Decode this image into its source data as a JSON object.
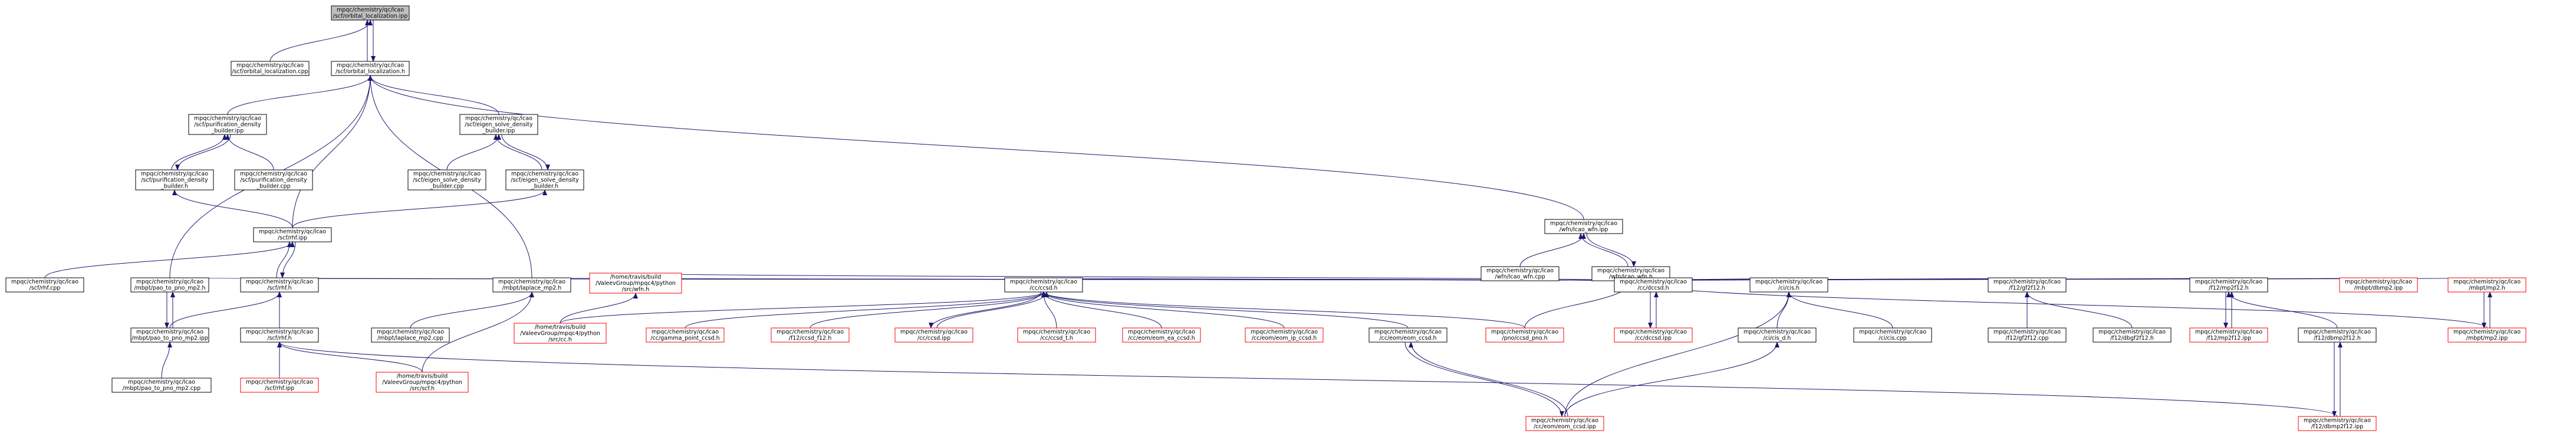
{
  "graph": {
    "nodes": [
      {
        "id": "root",
        "lines": [
          "mpqc/chemistry/qc/lcao",
          "/scf/orbital_localization.ipp"
        ],
        "outline": "gray"
      },
      {
        "id": "olcpp",
        "lines": [
          "mpqc/chemistry/qc/lcao",
          "/scf/orbital_localization.cpp"
        ],
        "outline": "black"
      },
      {
        "id": "olh",
        "lines": [
          "mpqc/chemistry/qc/lcao",
          "/scf/orbital_localization.h"
        ],
        "outline": "black"
      },
      {
        "id": "pdbipp",
        "lines": [
          "mpqc/chemistry/qc/lcao",
          "/scf/purification_density",
          "_builder.ipp"
        ],
        "outline": "black"
      },
      {
        "id": "esdbipp",
        "lines": [
          "mpqc/chemistry/qc/lcao",
          "/scf/eigen_solve_density",
          "_builder.ipp"
        ],
        "outline": "black"
      },
      {
        "id": "pdbh",
        "lines": [
          "mpqc/chemistry/qc/lcao",
          "/scf/purification_density",
          "_builder.h"
        ],
        "outline": "black"
      },
      {
        "id": "pdbcpp",
        "lines": [
          "mpqc/chemistry/qc/lcao",
          "/scf/purification_density",
          "_builder.cpp"
        ],
        "outline": "black"
      },
      {
        "id": "esdbcpp",
        "lines": [
          "mpqc/chemistry/qc/lcao",
          "/scf/eigen_solve_density",
          "_builder.cpp"
        ],
        "outline": "black"
      },
      {
        "id": "esdbh",
        "lines": [
          "mpqc/chemistry/qc/lcao",
          "/scf/eigen_solve_density",
          "_builder.h"
        ],
        "outline": "black"
      },
      {
        "id": "wfnipp",
        "lines": [
          "mpqc/chemistry/qc/lcao",
          "/wfn/lcao_wfn.ipp"
        ],
        "outline": "black"
      },
      {
        "id": "wfncpp",
        "lines": [
          "mpqc/chemistry/qc/lcao",
          "/wfn/lcao_wfn.cpp"
        ],
        "outline": "black"
      },
      {
        "id": "wfnh",
        "lines": [
          "mpqc/chemistry/qc/lcao",
          "/wfn/lcao_wfn.h"
        ],
        "outline": "black"
      },
      {
        "id": "scfipp",
        "lines": [
          "mpqc/chemistry/qc/lcao",
          "/scf/rhf.ipp"
        ],
        "outline": "black"
      },
      {
        "id": "scfcpp",
        "lines": [
          "mpqc/chemistry/qc/lcao",
          "/scf/rhf.cpp"
        ],
        "outline": "black"
      },
      {
        "id": "paomp2h",
        "lines": [
          "mpqc/chemistry/qc/lcao",
          "/mbpt/pao_to_pno_mp2.h"
        ],
        "outline": "black"
      },
      {
        "id": "scfh",
        "lines": [
          "mpqc/chemistry/qc/lcao",
          "/scf/rhf.h"
        ],
        "outline": "black"
      },
      {
        "id": "lmp2h",
        "lines": [
          "mpqc/chemistry/qc/lcao",
          "/mbpt/laplace_mp2.h"
        ],
        "outline": "black"
      },
      {
        "id": "wfnhpy",
        "lines": [
          "/home/travis/build",
          "/ValeevGroup/mpqc4/python",
          "/src/wfn.h"
        ],
        "outline": "red"
      },
      {
        "id": "ccsdh",
        "lines": [
          "mpqc/chemistry/qc/lcao",
          "/cc/ccsd.h"
        ],
        "outline": "black"
      },
      {
        "id": "dccsdh",
        "lines": [
          "mpqc/chemistry/qc/lcao",
          "/cc/dccsd.h"
        ],
        "outline": "black"
      },
      {
        "id": "cish",
        "lines": [
          "mpqc/chemistry/qc/lcao",
          "/ci/cis.h"
        ],
        "outline": "black"
      },
      {
        "id": "gf2f12h",
        "lines": [
          "mpqc/chemistry/qc/lcao",
          "/f12/gf2f12.h"
        ],
        "outline": "black"
      },
      {
        "id": "mp2f12h",
        "lines": [
          "mpqc/chemistry/qc/lcao",
          "/f12/mp2f12.h"
        ],
        "outline": "black"
      },
      {
        "id": "dbmp2ipp",
        "lines": [
          "mpqc/chemistry/qc/lcao",
          "/mbpt/dbmp2.ipp"
        ],
        "outline": "red"
      },
      {
        "id": "mp2h",
        "lines": [
          "mpqc/chemistry/qc/lcao",
          "/mbpt/mp2.h"
        ],
        "outline": "red"
      },
      {
        "id": "paomp2ipp",
        "lines": [
          "mpqc/chemistry/qc/lcao",
          "/mbpt/pao_to_pno_mp2.ipp"
        ],
        "outline": "black"
      },
      {
        "id": "rhfh",
        "lines": [
          "mpqc/chemistry/qc/lcao",
          "/scf/rhf.h"
        ],
        "outline": "black"
      },
      {
        "id": "lmp2cpp",
        "lines": [
          "mpqc/chemistry/qc/lcao",
          "/mbpt/laplace_mp2.cpp"
        ],
        "outline": "black"
      },
      {
        "id": "pycch",
        "lines": [
          "/home/travis/build",
          "/ValeevGroup/mpqc4/python",
          "/src/cc.h"
        ],
        "outline": "red"
      },
      {
        "id": "gammaccsd",
        "lines": [
          "mpqc/chemistry/qc/lcao",
          "/cc/gamma_point_ccsd.h"
        ],
        "outline": "red"
      },
      {
        "id": "ccsdf12",
        "lines": [
          "mpqc/chemistry/qc/lcao",
          "/f12/ccsd_f12.h"
        ],
        "outline": "red"
      },
      {
        "id": "ccsdipp",
        "lines": [
          "mpqc/chemistry/qc/lcao",
          "/cc/ccsd.ipp"
        ],
        "outline": "red"
      },
      {
        "id": "ccsdt",
        "lines": [
          "mpqc/chemistry/qc/lcao",
          "/cc/ccsd_t.h"
        ],
        "outline": "red"
      },
      {
        "id": "eomea",
        "lines": [
          "mpqc/chemistry/qc/lcao",
          "/cc/eom/eom_ea_ccsd.h"
        ],
        "outline": "red"
      },
      {
        "id": "eomip",
        "lines": [
          "mpqc/chemistry/qc/lcao",
          "/cc/eom/eom_ip_ccsd.h"
        ],
        "outline": "red"
      },
      {
        "id": "eomccsdh",
        "lines": [
          "mpqc/chemistry/qc/lcao",
          "/cc/eom/eom_ccsd.h"
        ],
        "outline": "black"
      },
      {
        "id": "pnoccsd",
        "lines": [
          "mpqc/chemistry/qc/lcao",
          "/pno/ccsd_pno.h"
        ],
        "outline": "red"
      },
      {
        "id": "dccsdipp",
        "lines": [
          "mpqc/chemistry/qc/lcao",
          "/cc/dccsd.ipp"
        ],
        "outline": "red"
      },
      {
        "id": "cisdh",
        "lines": [
          "mpqc/chemistry/qc/lcao",
          "/ci/cis_d.h"
        ],
        "outline": "black"
      },
      {
        "id": "ciscpp",
        "lines": [
          "mpqc/chemistry/qc/lcao",
          "/ci/cis.cpp"
        ],
        "outline": "black"
      },
      {
        "id": "gf2f12cpp",
        "lines": [
          "mpqc/chemistry/qc/lcao",
          "/f12/gf2f12.cpp"
        ],
        "outline": "black"
      },
      {
        "id": "dbgf2f12h",
        "lines": [
          "mpqc/chemistry/qc/lcao",
          "/f12/dbgf2f12.h"
        ],
        "outline": "black"
      },
      {
        "id": "mp2f12ipp",
        "lines": [
          "mpqc/chemistry/qc/lcao",
          "/f12/mp2f12.ipp"
        ],
        "outline": "red"
      },
      {
        "id": "dbmp2f12h",
        "lines": [
          "mpqc/chemistry/qc/lcao",
          "/f12/dbmp2f12.h"
        ],
        "outline": "black"
      },
      {
        "id": "mp2ipp",
        "lines": [
          "mpqc/chemistry/qc/lcao",
          "/mbpt/mp2.ipp"
        ],
        "outline": "red"
      },
      {
        "id": "paomp2cpp",
        "lines": [
          "mpqc/chemistry/qc/lcao",
          "/mbpt/pao_to_pno_mp2.cpp"
        ],
        "outline": "black"
      },
      {
        "id": "rhfipp",
        "lines": [
          "mpqc/chemistry/qc/lcao",
          "/scf/rhf.ipp"
        ],
        "outline": "red"
      },
      {
        "id": "pyscfh",
        "lines": [
          "/home/travis/build",
          "/ValeevGroup/mpqc4/python",
          "/src/scf.h"
        ],
        "outline": "red"
      },
      {
        "id": "eomccsdipp",
        "lines": [
          "mpqc/chemistry/qc/lcao",
          "/cc/eom/eom_ccsd.ipp"
        ],
        "outline": "red"
      },
      {
        "id": "dbmp2f12ipp",
        "lines": [
          "mpqc/chemistry/qc/lcao",
          "/f12/dbmp2f12.ipp"
        ],
        "outline": "red"
      }
    ]
  }
}
